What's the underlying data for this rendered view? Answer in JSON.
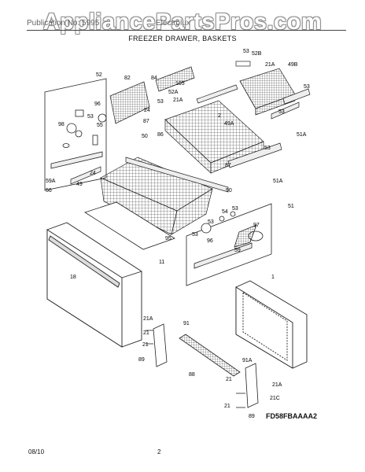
{
  "header": {
    "watermark": "AppliancePartsPros.com",
    "left_text": "Publication No: 5995",
    "right_text": "Electrolux",
    "section_title": "FREEZER DRAWER, BASKETS"
  },
  "diagram": {
    "model_code": "FD58FBAAAA2",
    "callouts": [
      "52",
      "82",
      "84",
      "105",
      "52A",
      "24",
      "53",
      "21A",
      "96",
      "55",
      "98",
      "53",
      "86",
      "87",
      "50",
      "2",
      "49A",
      "52B",
      "53",
      "21A",
      "49B",
      "53",
      "53",
      "51A",
      "59A",
      "56",
      "24",
      "49",
      "87",
      "53",
      "51A",
      "90",
      "95",
      "11",
      "18",
      "51",
      "53",
      "54",
      "53",
      "53",
      "96",
      "59",
      "97",
      "1",
      "21A",
      "91",
      "21",
      "21",
      "89",
      "88",
      "91A",
      "21",
      "21A",
      "21C",
      "21",
      "89"
    ]
  },
  "footer": {
    "date": "08/10",
    "page": "2"
  }
}
